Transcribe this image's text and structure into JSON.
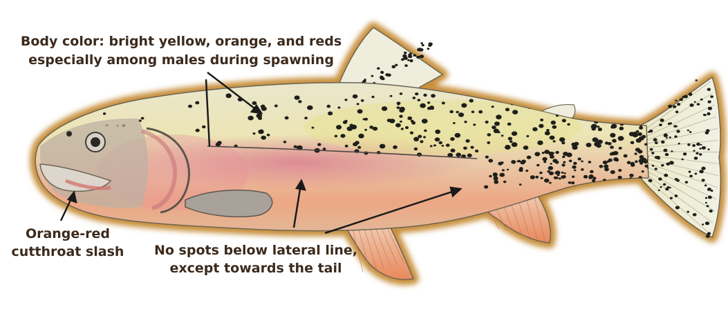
{
  "annotations": {
    "body_color": {
      "line1": "Body color: bright yellow, orange, and reds",
      "line2": "especially among males during spawning"
    },
    "slash": {
      "line1": "Orange-red",
      "line2": "cutthroat slash"
    },
    "spots": {
      "line1": "No spots below lateral line,",
      "line2": "except towards the tail"
    }
  },
  "colors": {
    "outline_glow": "#c8903c",
    "body_pale": "#efe9c8",
    "body_yellow": "#e6df9a",
    "belly_orange": "#eba67e",
    "band_red": "#d9798a",
    "fin_pale": "#efeedd",
    "fin_orange": "#e88a5c",
    "spot": "#1e1f1a",
    "head": "#b5a89a",
    "arrow": "#1a1a1a",
    "text": "#3b2a1c"
  }
}
